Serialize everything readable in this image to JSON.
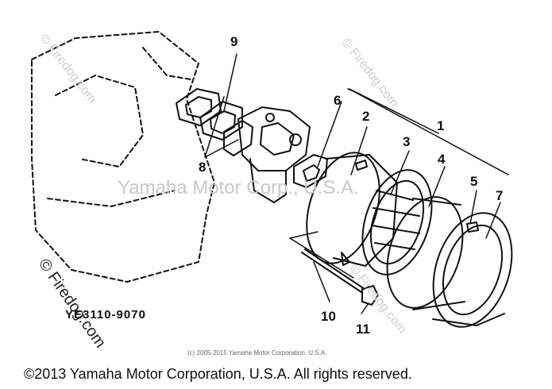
{
  "diagram": {
    "callouts": {
      "n1": "1",
      "n2": "2",
      "n3": "3",
      "n4": "4",
      "n5": "5",
      "n6": "6",
      "n7": "7",
      "n8": "8",
      "n9": "9",
      "n10": "10",
      "n11": "11"
    },
    "diagram_code": "YE3110-9070",
    "fine_print": "(c) 2005-2015 Yamaha Motor Corporation, U.S.A.",
    "watermark_center": "Yamaha Motor Corp., U.S.A.",
    "watermark_diag": "© Firedog.com",
    "watermark_left": "© Firedog.com"
  },
  "footer": {
    "copyright": "©2013 Yamaha Motor Corporation, U.S.A. All rights reserved."
  }
}
